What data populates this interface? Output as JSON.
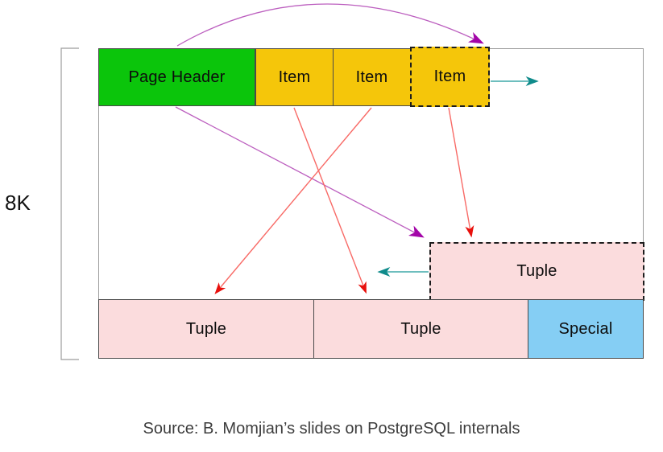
{
  "diagram": {
    "size_label": "8K",
    "boxes": {
      "page_header": {
        "label": "Page Header"
      },
      "item_1": {
        "label": "Item"
      },
      "item_2": {
        "label": "Item"
      },
      "item_3": {
        "label": "Item"
      },
      "tuple_free": {
        "label": "Tuple"
      },
      "tuple_1": {
        "label": "Tuple"
      },
      "tuple_2": {
        "label": "Tuple"
      },
      "special": {
        "label": "Special"
      }
    },
    "colors": {
      "page_header_fill": "#0bc50b",
      "item_fill": "#f5c60a",
      "tuple_fill": "#fbdcdd",
      "special_fill": "#85cef4",
      "purple_line": "#bc5fbf",
      "purple_head": "#a305a8",
      "red_line": "#f86a66",
      "red_head": "#e8100c",
      "teal_line": "#3fa9a9",
      "teal_head": "#0f8b8b",
      "outline_gray": "#9c9c9c"
    }
  },
  "caption": "Source: B. Momjian’s slides on PostgreSQL internals"
}
